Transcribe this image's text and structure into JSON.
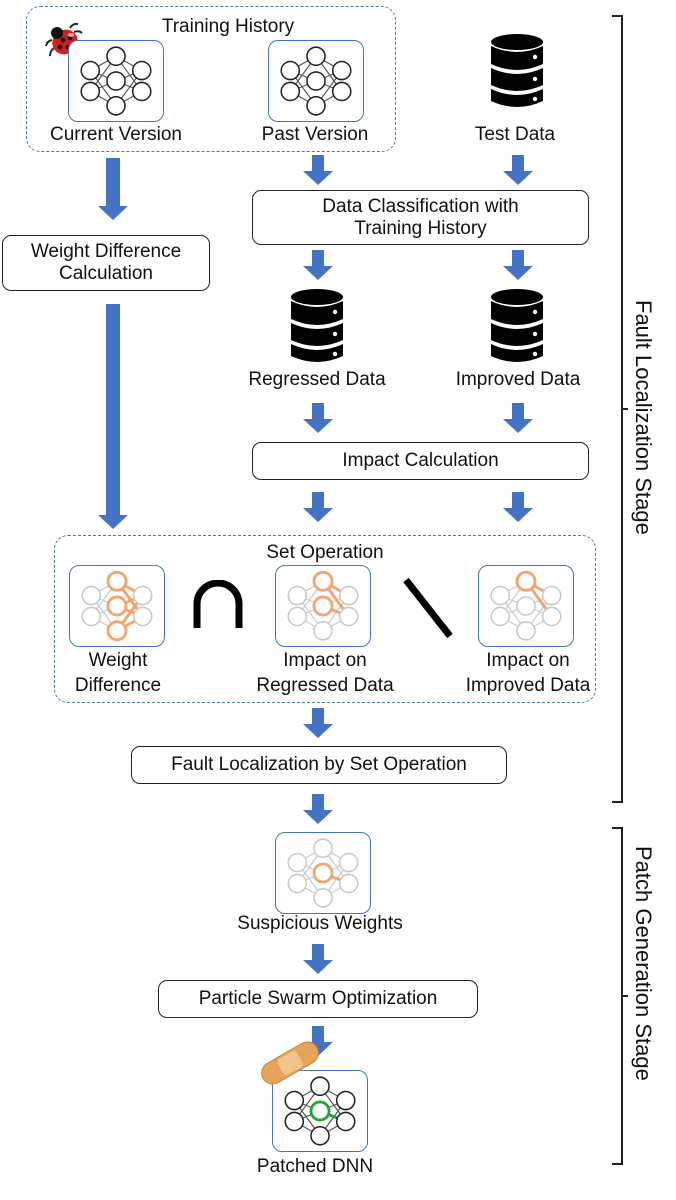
{
  "training_history": {
    "title": "Training History",
    "current_version": "Current Version",
    "past_version": "Past Version"
  },
  "test_data": "Test Data",
  "weight_difference_calc": "Weight Difference\nCalculation",
  "data_classification": "Data Classification with\nTraining History",
  "regressed_data": "Regressed Data",
  "improved_data": "Improved Data",
  "impact_calculation": "Impact Calculation",
  "set_operation": {
    "title": "Set Operation",
    "weight_difference": "Weight\nDifference",
    "impact_regressed": "Impact on\nRegressed Data",
    "impact_improved": "Impact on\nImproved Data",
    "intersection_symbol": "∩",
    "difference_symbol": "\\"
  },
  "fault_localization_box": "Fault Localization by Set Operation",
  "suspicious_weights": "Suspicious Weights",
  "pso": "Particle Swarm Optimization",
  "patched_dnn": "Patched DNN",
  "stages": {
    "fault_localization": "Fault Localization Stage",
    "patch_generation": "Patch Generation Stage"
  },
  "colors": {
    "arrow": "#4472c4",
    "highlight": "#f4a46b",
    "patched": "#22a33a",
    "neuron_dim": "#c8c8c8"
  }
}
